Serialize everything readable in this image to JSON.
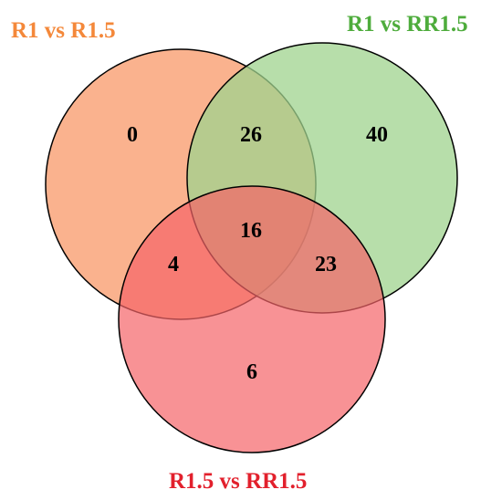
{
  "sets": {
    "a": {
      "label": "R1 vs R1.5",
      "color": "#f4883a",
      "fill": "#f9a57a"
    },
    "b": {
      "label": "R1 vs RR1.5",
      "color": "#4eac3c",
      "fill": "#9fd38e"
    },
    "c": {
      "label": "R1.5 vs RR1.5",
      "color": "#e2202c",
      "fill": "#f56468"
    }
  },
  "regions": {
    "a_only": "0",
    "ab": "26",
    "b_only": "40",
    "abc": "16",
    "ac": "4",
    "bc": "23",
    "c_only": "6"
  }
}
